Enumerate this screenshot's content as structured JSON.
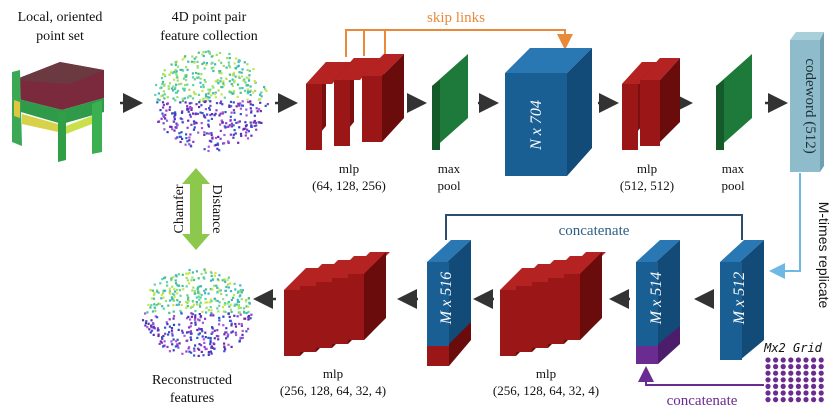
{
  "headers": {
    "input_line1": "Local, oriented",
    "input_line2": "point set",
    "features_line1": "4D point pair",
    "features_line2": "feature collection"
  },
  "encoder": {
    "skip_links": "skip links",
    "mlp1_line1": "mlp",
    "mlp1_line2": "(64, 128, 256)",
    "maxpool1_line1": "max",
    "maxpool1_line2": "pool",
    "big_block": "N x 704",
    "mlp2_line1": "mlp",
    "mlp2_line2": "(512, 512)",
    "maxpool2_line1": "max",
    "maxpool2_line2": "pool",
    "codeword": "codeword (512)"
  },
  "decoder": {
    "replicate": "M-times replicate",
    "concat_top": "concatenate",
    "concat_bottom": "concatenate",
    "block_512": "M x 512",
    "block_514": "M x 514",
    "block_516": "M x 516",
    "grid_label": "Mx2 Grid",
    "mlp_a_line1": "mlp",
    "mlp_a_line2": "(256, 128, 64, 32, 4)",
    "mlp_b_line1": "mlp",
    "mlp_b_line2": "(256, 128, 64, 32, 4)",
    "reconstructed_line1": "Reconstructed",
    "reconstructed_line2": "features"
  },
  "loss": {
    "chamfer": "Chamfer",
    "distance": "Distance"
  },
  "colors": {
    "mlp_red": "#9b1616",
    "maxpool_green": "#1d7a3a",
    "block_blue": "#1a5f94",
    "codeword_teal": "#8fbccb",
    "skip_orange": "#e88a3a",
    "concat_purple": "#6a2c91",
    "replicate_blue": "#6fb8e6",
    "arrow_green": "#8cc84b",
    "connector_navy": "#2d4e6e"
  }
}
